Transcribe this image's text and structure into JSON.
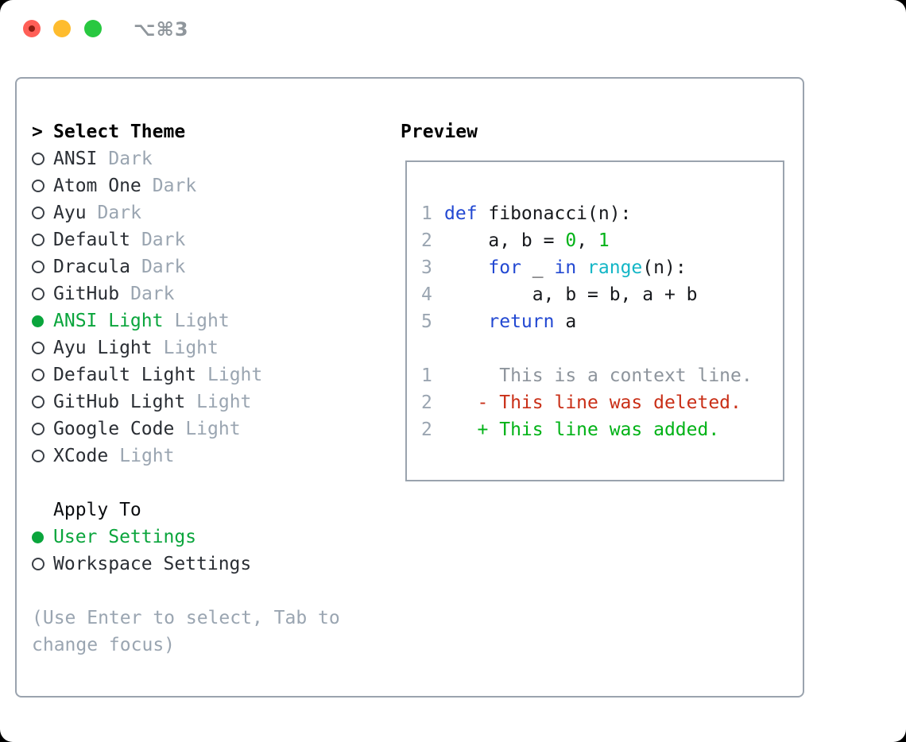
{
  "window": {
    "title": "⌥⌘3",
    "traffic_lights": [
      "close",
      "minimize",
      "zoom"
    ]
  },
  "colors": {
    "accent_green": "#0aa53c",
    "code_blue": "#2248d2",
    "code_cyan": "#13b6c6",
    "code_green": "#00b216",
    "code_red": "#c92f17",
    "muted_gray": "#9aa5b1",
    "border_gray": "#9aa3ae",
    "traffic_red": "#ff5f57",
    "traffic_yellow": "#febc2e",
    "traffic_green": "#28c840"
  },
  "theme_picker": {
    "header_prefix": ">",
    "header": "Select Theme",
    "items": [
      {
        "name": "ANSI",
        "variant": "Dark",
        "selected": false
      },
      {
        "name": "Atom One",
        "variant": "Dark",
        "selected": false
      },
      {
        "name": "Ayu",
        "variant": "Dark",
        "selected": false
      },
      {
        "name": "Default",
        "variant": "Dark",
        "selected": false
      },
      {
        "name": "Dracula",
        "variant": "Dark",
        "selected": false
      },
      {
        "name": "GitHub",
        "variant": "Dark",
        "selected": false
      },
      {
        "name": "ANSI Light",
        "variant": "Light",
        "selected": true
      },
      {
        "name": "Ayu Light",
        "variant": "Light",
        "selected": false
      },
      {
        "name": "Default Light",
        "variant": "Light",
        "selected": false
      },
      {
        "name": "GitHub Light",
        "variant": "Light",
        "selected": false
      },
      {
        "name": "Google Code",
        "variant": "Light",
        "selected": false
      },
      {
        "name": "XCode",
        "variant": "Light",
        "selected": false
      }
    ]
  },
  "apply_to": {
    "header": "Apply To",
    "options": [
      {
        "label": "User Settings",
        "selected": true
      },
      {
        "label": "Workspace Settings",
        "selected": false
      }
    ]
  },
  "help_text": [
    "(Use Enter to select, Tab to",
    "change focus)"
  ],
  "preview": {
    "title": "Preview",
    "code_lines": [
      {
        "num": "1",
        "tokens": [
          {
            "text": "def",
            "style": "kw"
          },
          {
            "text": " fibonacci(n):",
            "style": "fg"
          }
        ]
      },
      {
        "num": "2",
        "tokens": [
          {
            "text": "    a, b = ",
            "style": "fg"
          },
          {
            "text": "0",
            "style": "num"
          },
          {
            "text": ", ",
            "style": "fg"
          },
          {
            "text": "1",
            "style": "num"
          }
        ]
      },
      {
        "num": "3",
        "tokens": [
          {
            "text": "    ",
            "style": "fg"
          },
          {
            "text": "for",
            "style": "kw"
          },
          {
            "text": " _ ",
            "style": "fg"
          },
          {
            "text": "in",
            "style": "kw"
          },
          {
            "text": " ",
            "style": "fg"
          },
          {
            "text": "range",
            "style": "builtin"
          },
          {
            "text": "(n):",
            "style": "fg"
          }
        ]
      },
      {
        "num": "4",
        "tokens": [
          {
            "text": "        a, b = b, a + b",
            "style": "fg"
          }
        ]
      },
      {
        "num": "5",
        "tokens": [
          {
            "text": "    ",
            "style": "fg"
          },
          {
            "text": "return",
            "style": "kw"
          },
          {
            "text": " a",
            "style": "fg"
          }
        ]
      },
      {
        "num": "",
        "tokens": []
      },
      {
        "num": "1",
        "tokens": [
          {
            "text": "     This is a context line.",
            "style": "ctx"
          }
        ]
      },
      {
        "num": "2",
        "tokens": [
          {
            "text": "   - This line was deleted.",
            "style": "del"
          }
        ]
      },
      {
        "num": "2",
        "tokens": [
          {
            "text": "   + This line was added.",
            "style": "add"
          }
        ]
      }
    ]
  }
}
